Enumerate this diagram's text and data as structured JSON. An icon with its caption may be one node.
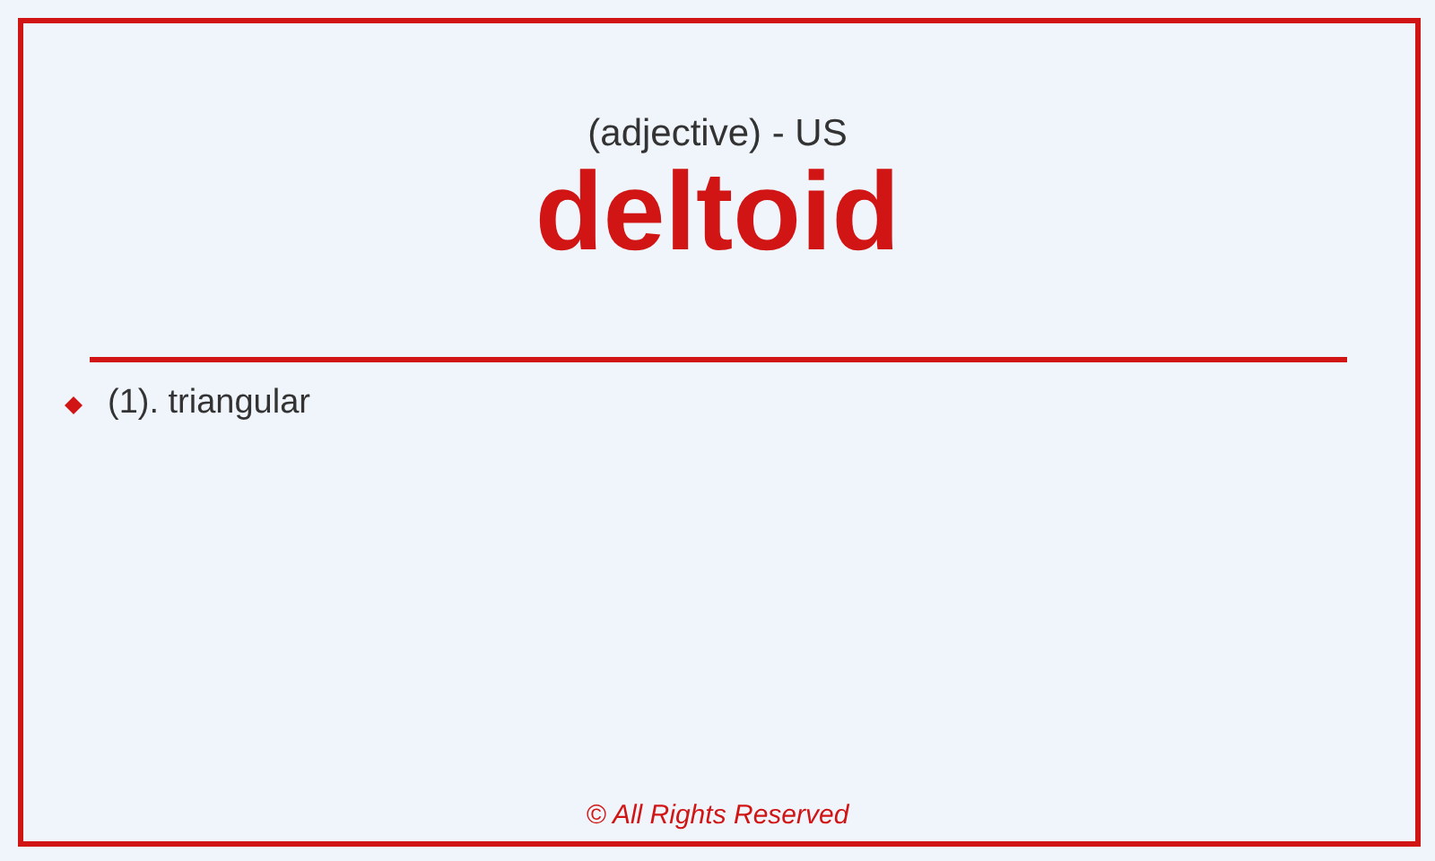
{
  "diagram": {
    "title": "deltoid",
    "labels": [
      "(adjective) - US",
      "(1). triangular",
      "© All Rights Reserved"
    ]
  }
}
